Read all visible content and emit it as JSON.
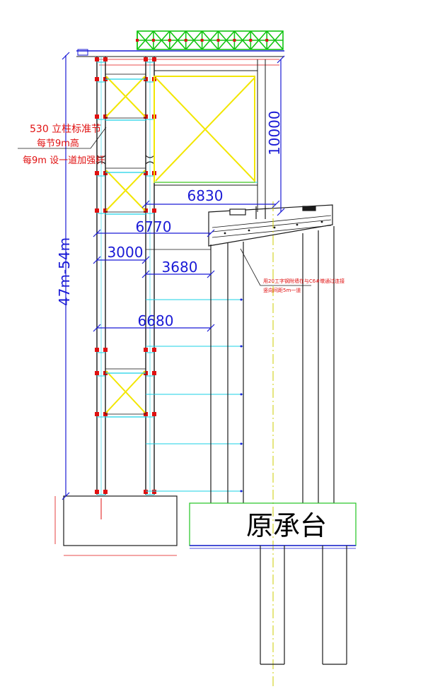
{
  "colors": {
    "dimension": "#1a1ad6",
    "column": "#1a1a1a",
    "bracing_yellow": "#f2e600",
    "bracing_cyan": "#19d2e6",
    "truss_green": "#11c411",
    "annotation_red": "#e01010",
    "cap_green": "#22c422",
    "center_line": "#cccc00"
  },
  "dimensions": {
    "total_height": "47m-54m",
    "top_truss_height": "10000",
    "dim_6830": "6830",
    "dim_6770": "6770",
    "dim_3000": "3000",
    "dim_3680": "3680",
    "dim_6680": "6680"
  },
  "annotations": {
    "column_spec_line1": "530 立柱标准节",
    "column_spec_line2": "每节9m高",
    "column_spec_line3": "每9m 设一道加强杆",
    "tie_note_line1": "用20工字钢附墙在与C6#墩通过连接",
    "tie_note_line2": "竖向间距5m一道"
  },
  "labels": {
    "original_cap": "原承台"
  }
}
